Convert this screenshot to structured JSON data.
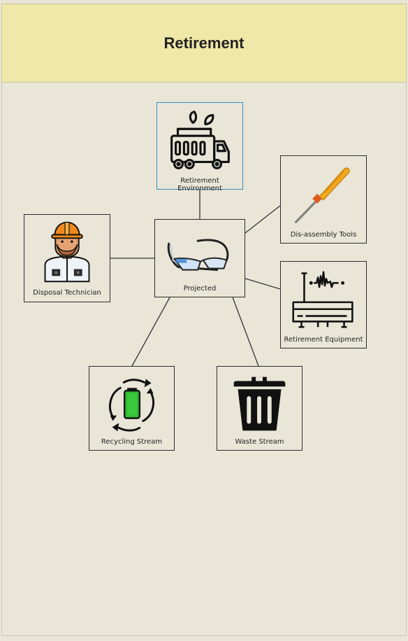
{
  "page": {
    "title": "Retirement"
  },
  "nodes": {
    "environment": {
      "label": "Retirement Environment",
      "icon": "garbage-truck-icon"
    },
    "tools": {
      "label": "Dis-assembly Tools",
      "icon": "screwdriver-icon"
    },
    "technician": {
      "label": "Disposal Technician",
      "icon": "worker-icon"
    },
    "projected": {
      "label": "Projected",
      "icon": "smart-glasses-icon"
    },
    "equipment": {
      "label": "Retirement Equipment",
      "icon": "recycling-machine-icon"
    },
    "recycling": {
      "label": "Recycling Stream",
      "icon": "battery-recycle-icon"
    },
    "waste": {
      "label": "Waste Stream",
      "icon": "trash-bin-icon"
    }
  },
  "colors": {
    "header_bg": "#f0e8a8",
    "canvas_bg": "#e9e6d8",
    "node_border": "#2b2b2b",
    "selected_border": "#3a8dbf",
    "helmet": "#f08a1c",
    "screwdriver": "#f2a81d",
    "battery": "#2ebd2e"
  }
}
